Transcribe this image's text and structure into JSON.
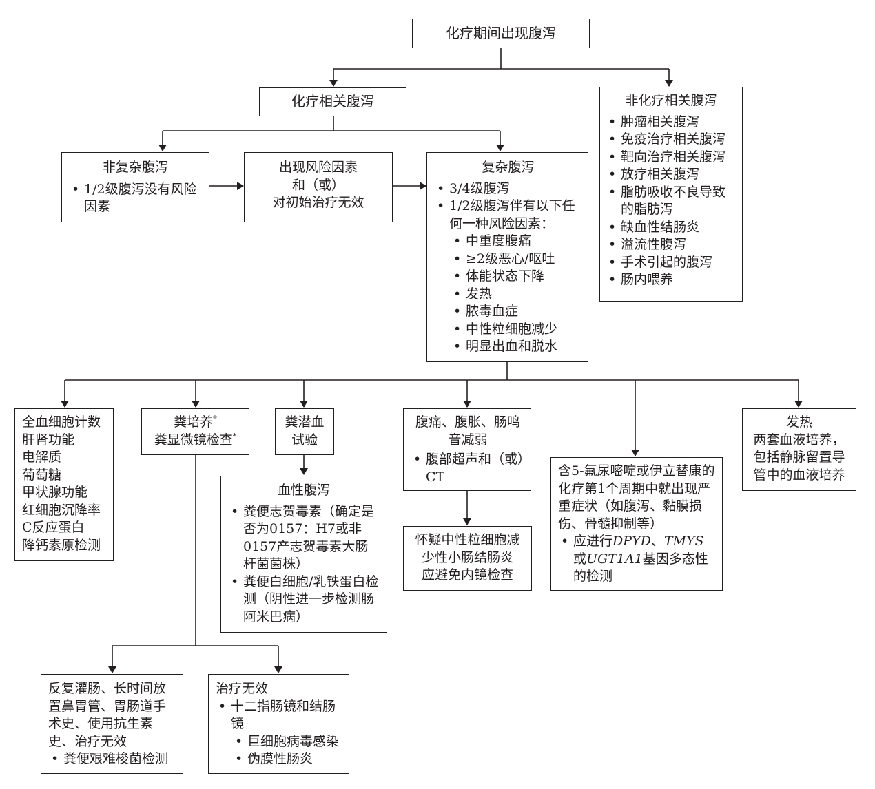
{
  "root": {
    "title": "化疗期间出现腹泻"
  },
  "chemo": {
    "title": "化疗相关腹泻"
  },
  "non_chemo": {
    "title": "非化疗相关腹泻",
    "items": [
      "肿瘤相关腹泻",
      "免疫治疗相关腹泻",
      "靶向治疗相关腹泻",
      "放疗相关腹泻",
      "脂肪吸收不良导致的脂肪泻",
      "缺血性结肠炎",
      "溢流性腹泻",
      "手术引起的腹泻",
      "肠内喂养"
    ]
  },
  "uncomplicated": {
    "title": "非复杂腹泻",
    "items": [
      "1/2级腹泻没有风险因素"
    ]
  },
  "risk": {
    "line1": "出现风险因素",
    "line2": "和（或）",
    "line3": "对初始治疗无效"
  },
  "complicated": {
    "title": "复杂腹泻",
    "item1": "3/4级腹泻",
    "item2": "1/2级腹泻伴有以下任何一种风险因素：",
    "sub": [
      "中重度腹痛",
      "≥2级恶心/呕吐",
      "体能状态下降",
      "发热",
      "脓毒血症",
      "中性粒细胞减少",
      "明显出血和脱水"
    ]
  },
  "labs": {
    "lines": [
      "全血细胞计数",
      "肝肾功能",
      "电解质",
      "葡萄糖",
      "甲状腺功能",
      "红细胞沉降率",
      "C反应蛋白",
      "降钙素原检测"
    ]
  },
  "culture": {
    "line1": "粪培养",
    "line2": "粪显微镜检查",
    "mark": "*"
  },
  "occult": {
    "line1": "粪潜血",
    "line2": "试验"
  },
  "bloody": {
    "title": "血性腹泻",
    "items": [
      "粪便志贺毒素（确定是否为0157：H7或非0157产志贺毒素大肠杆菌菌株）",
      "粪便白细胞/乳铁蛋白检测（阴性进一步检测肠阿米巴病）"
    ]
  },
  "abdominal": {
    "line1": "腹痛、腹胀、肠鸣",
    "line2": "音减弱",
    "item": "腹部超声和（或）CT"
  },
  "enterocolitis": {
    "lines": [
      "怀疑中性粒细胞减",
      "少性小肠结肠炎",
      "应避免内镜检查"
    ]
  },
  "fluoro": {
    "text": "含5-氟尿嘧啶或伊立替康的化疗第1个周期中就出现严重症状（如腹泻、黏膜损伤、骨髓抑制等）",
    "item_prefix": "应进行",
    "gene1": "DPYD",
    "sep": "、",
    "gene2": "TMYS",
    "or": "或",
    "gene3": "UGT1A1",
    "item_suffix": "基因多态性的检测"
  },
  "fever": {
    "title": "发热",
    "text": "两套血液培养，包括静脉留置导管中的血液培养"
  },
  "cdiff": {
    "text": "反复灌肠、长时间放置鼻胃管、胃肠道手术史、使用抗生素史、治疗无效",
    "item": "粪便艰难梭菌检测"
  },
  "treatment": {
    "title": "治疗无效",
    "item": "十二指肠镜和结肠镜",
    "sub": [
      "巨细胞病毒感染",
      "伪膜性肠炎"
    ]
  }
}
